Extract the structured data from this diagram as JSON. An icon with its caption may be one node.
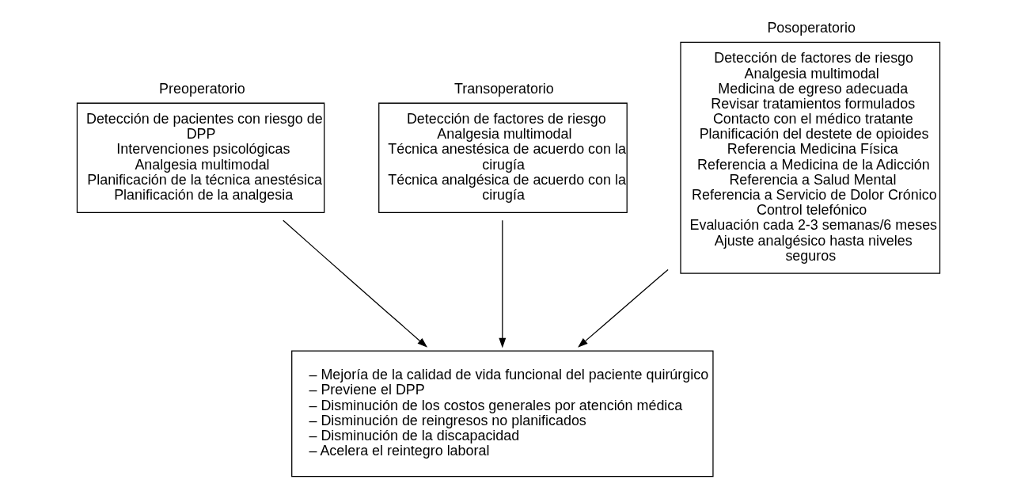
{
  "diagram": {
    "nodes": [
      {
        "text": [
          "Preoperatorio",
          "Detección de pacientes con riesgo de DPP",
          "Intervenciones psicológicas",
          "Analgesia multimodal",
          "Planificación de la técnica anestésica",
          "Planificación de la analgesia"
        ]
      },
      {
        "text": [
          "Transoperatorio",
          "Detección de factores de riesgo",
          "Analgesia multimodal",
          "Técnica anestésica de acuerdo con la cirugía",
          "Técnica analgésica de acuerdo con la cirugía"
        ]
      },
      {
        "text": [
          "Posoperatorio",
          "Detección de factores de riesgo",
          "Analgesia multimodal",
          "Medicina de egreso adecuada",
          "Revisar tratamientos formulados",
          "Contacto con el médico tratante",
          "Planificación del destete de opioides",
          "Referencia Medicina Física",
          "Referencia a Medicina de la Adicción",
          "Referencia a Salud Mental",
          "Referencia a Servicio de Dolor Crónico",
          "Control telefónico",
          "Evaluación cada 2-3 semanas/6 meses",
          "Ajuste analgésico hasta niveles seguros"
        ]
      },
      {
        "text": [
          "– Mejoría de la calidad de vida funcional del paciente quirúrgico",
          "– Previene el DPP",
          "– Disminución de los costos generales por atención médica",
          "– Disminución de reingresos no planificados",
          "– Disminución de la discapacidad",
          "– Acelera el reintegro laboral"
        ]
      }
    ],
    "edges": [
      {
        "from": 0,
        "to": 3,
        "arrow": "to"
      },
      {
        "from": 1,
        "to": 3,
        "arrow": "to"
      },
      {
        "from": 2,
        "to": 3,
        "arrow": "to"
      }
    ]
  }
}
